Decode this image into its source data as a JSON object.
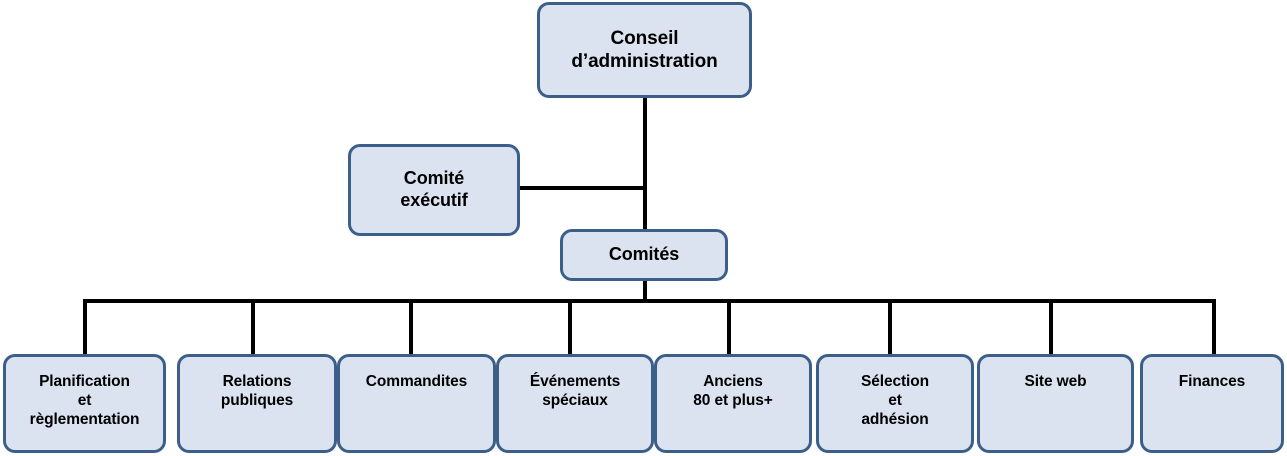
{
  "chart": {
    "title_root": "Conseil\nd’administration",
    "executive": "Comité\nexécutif",
    "committees_header": "Comités",
    "committees": [
      {
        "label": "Planification\net\nrèglementation"
      },
      {
        "label": "Relations\npubliques"
      },
      {
        "label": "Commandites"
      },
      {
        "label": "Événements\nspéciaux"
      },
      {
        "label": "Anciens\n80 et plus+"
      },
      {
        "label": "Sélection\net\nadhésion"
      },
      {
        "label": "Site web"
      },
      {
        "label": "Finances"
      }
    ],
    "colors": {
      "node_fill": "#dce3f0",
      "node_border": "#3c5f8a",
      "connector": "#000000",
      "text": "#000000",
      "background": "#ffffff"
    }
  }
}
